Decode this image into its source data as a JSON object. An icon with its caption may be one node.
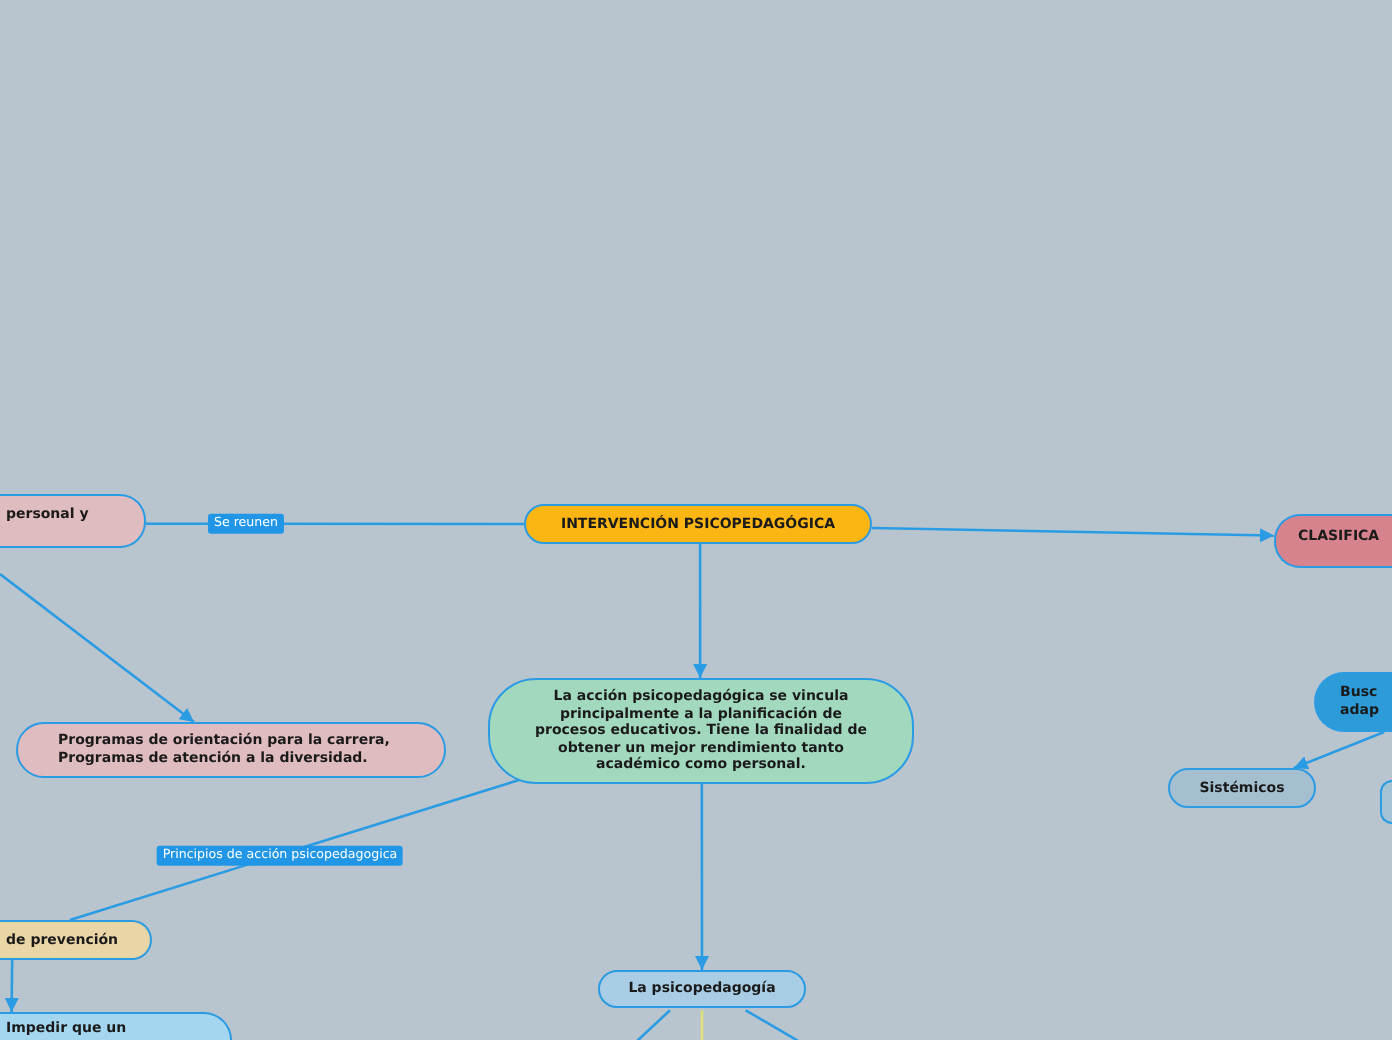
{
  "diagram": {
    "nodes": [
      {
        "text": [
          "personal y"
        ]
      },
      {
        "text": [
          "INTERVENCIÓN PSICOPEDAGÓGICA"
        ]
      },
      {
        "text": [
          "CLASIFICA"
        ]
      },
      {
        "text": [
          "Programas de orientación para la carrera, Programas de atención a la diversidad."
        ]
      },
      {
        "text": [
          "La acción psicopedagógica se vincula principalmente a la planificación de procesos educativos. Tiene la finalidad de obtener un mejor rendimiento tanto académico como personal."
        ]
      },
      {
        "text": [
          "Busc adap"
        ]
      },
      {
        "text": [
          "Sistémicos"
        ]
      },
      {
        "text": [],
        "shape": "box"
      },
      {
        "text": [
          "de prevención"
        ]
      },
      {
        "text": [
          "La psicopedagogía"
        ]
      },
      {
        "text": [
          "Impedir que un"
        ]
      }
    ],
    "edges": [
      {
        "from": 1,
        "to": 0,
        "arrow": "none",
        "label": "Se reunen"
      },
      {
        "from": 1,
        "to": 2,
        "arrow": "to"
      },
      {
        "from": 1,
        "to": 4,
        "arrow": "to"
      },
      {
        "from": null,
        "to": 3,
        "arrow": "to"
      },
      {
        "from": 4,
        "to": 8,
        "arrow": "none",
        "label": "Principios de acción psicopedagogica"
      },
      {
        "from": 4,
        "to": 9,
        "arrow": "to"
      },
      {
        "from": 8,
        "to": 10,
        "arrow": "to"
      },
      {
        "from": 5,
        "to": 6,
        "arrow": "to"
      },
      {
        "from": 9,
        "to": null,
        "arrow": "none"
      },
      {
        "from": 9,
        "to": null,
        "arrow": "none",
        "color": "#dfe07a"
      },
      {
        "from": 9,
        "to": null,
        "arrow": "none"
      }
    ]
  }
}
